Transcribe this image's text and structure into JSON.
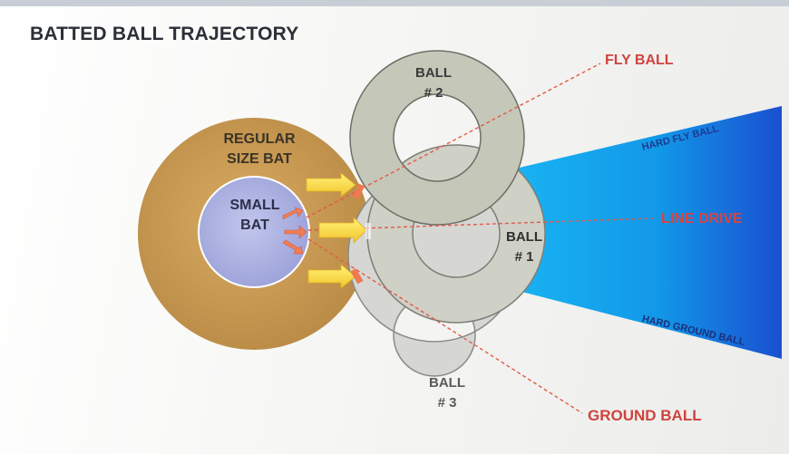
{
  "title": "BATTED BALL TRAJECTORY",
  "bats": {
    "regular_line1": "REGULAR",
    "regular_line2": "SIZE BAT",
    "small_line1": "SMALL",
    "small_line2": "BAT"
  },
  "balls": [
    {
      "line1": "BALL",
      "line2": "# 1"
    },
    {
      "line1": "BALL",
      "line2": "# 2"
    },
    {
      "line1": "BALL",
      "line2": "# 3"
    }
  ],
  "trajectories": {
    "fly": "FLY BALL",
    "line": "LINE DRIVE",
    "ground": "GROUND BALL"
  },
  "zones": {
    "hard_fly": "HARD FLY BALL",
    "hard_ground": "HARD GROUND BALL"
  },
  "colors": {
    "bat_outer": "#c8974e",
    "bat_inner": "#a9aee0",
    "ball": "#c9cbc0",
    "cone": "#1aa3ef",
    "trajectory": "#e05a4a",
    "label_dark": "#3a3a3a",
    "label_red": "#d0433f",
    "zone_text": "#2a3f9a"
  }
}
